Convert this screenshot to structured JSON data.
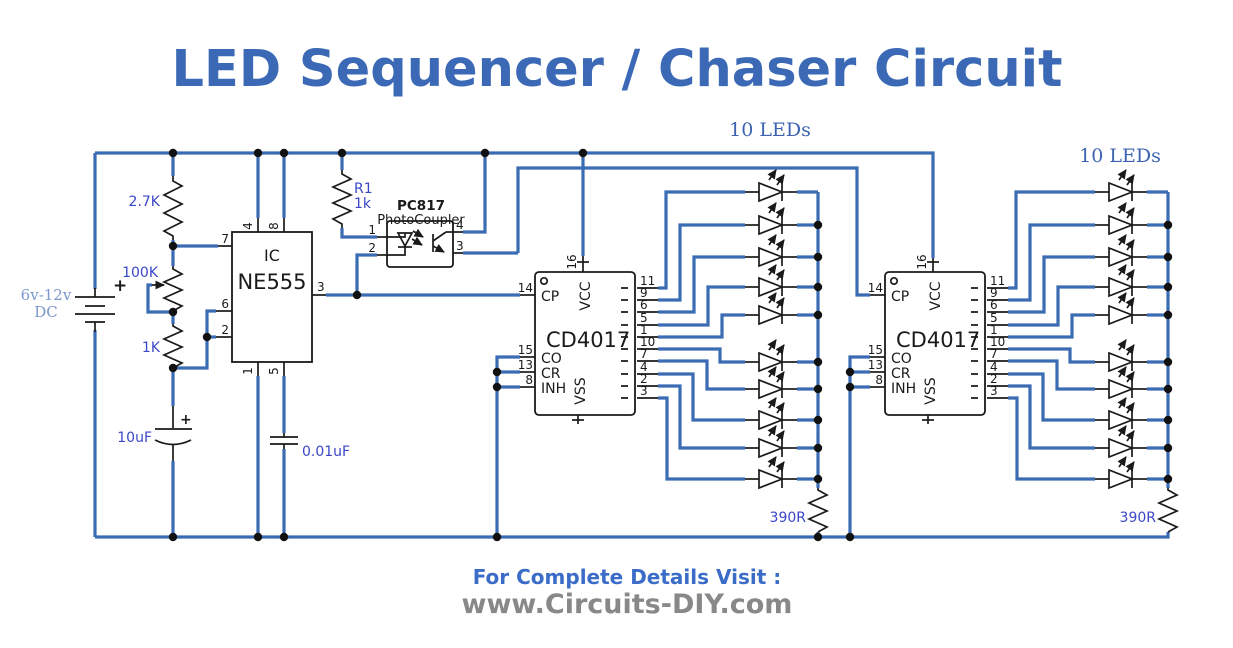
{
  "title": "LED Sequencer / Chaser Circuit",
  "colors": {
    "wire_blue": "#3a6cb4",
    "label_blue": "#3b46c8",
    "title_blue": "#3b69b6",
    "footer_gray": "#888888"
  },
  "battery": {
    "line1": "6v-12v",
    "line2": "DC",
    "plus": "+"
  },
  "parts": {
    "r_top": "2.7K",
    "pot": "100K",
    "r_mid": "1K",
    "c_timing": "10uF",
    "c_ctrl": "0.01uF",
    "r1_name": "R1",
    "r1_val": "1k",
    "r_led_a": "390R",
    "r_led_b": "390R"
  },
  "ne555": {
    "ic": "IC",
    "name": "NE555",
    "p7": "7",
    "p6": "6",
    "p2": "2",
    "p3": "3",
    "p4": "4",
    "p8": "8",
    "p1": "1",
    "p5": "5"
  },
  "pc817": {
    "name": "PC817",
    "sub": "PhotoCoupler",
    "p1": "1",
    "p2": "2",
    "p3": "3",
    "p4": "4"
  },
  "cd4017": {
    "name": "CD4017",
    "cp": "CP",
    "co": "CO",
    "cr": "CR",
    "inh": "INH",
    "vcc": "VCC",
    "vss": "VSS",
    "n_cp": "14",
    "n_co": "15",
    "n_cr": "13",
    "n_inh": "8",
    "n_vcc": "16",
    "right": [
      "11",
      "9",
      "6",
      "5",
      "1",
      "10",
      "7",
      "4",
      "2",
      "3"
    ]
  },
  "led_groups": {
    "label_a": "10 LEDs",
    "label_b": "10 LEDs"
  },
  "footer": {
    "line1": "For Complete Details Visit :",
    "line2": "www.Circuits-DIY.com"
  }
}
